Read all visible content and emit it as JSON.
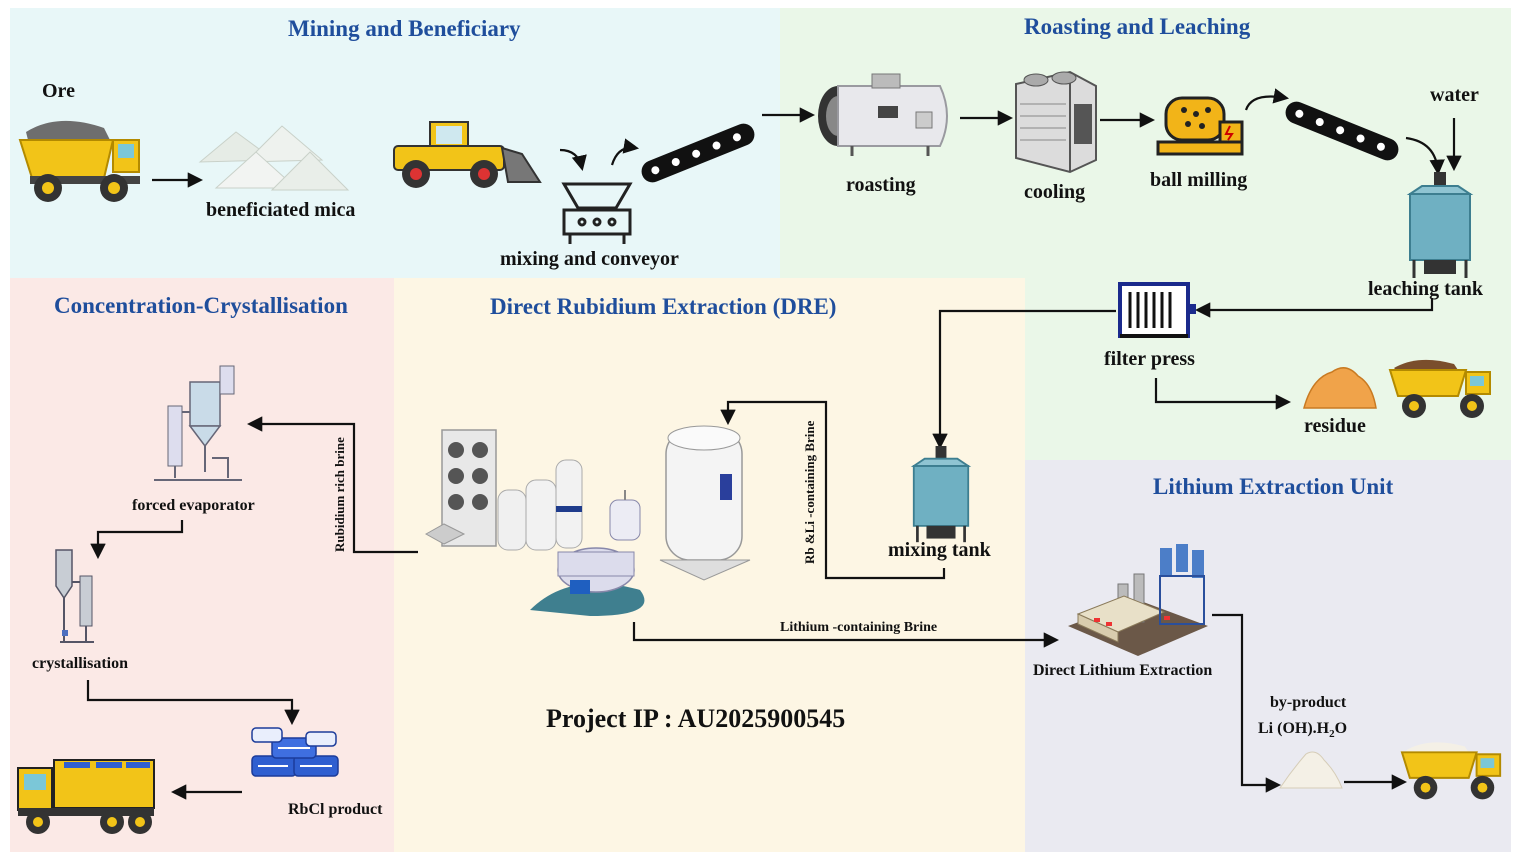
{
  "sections": {
    "mining": "Mining and Beneficiary",
    "roasting": "Roasting and Leaching",
    "concentration": "Concentration-Crystallisation",
    "dre": "Direct Rubidium Extraction (DRE)",
    "lithium": "Lithium Extraction Unit"
  },
  "labels": {
    "ore": "Ore",
    "beneficiated_mica": "beneficiated mica",
    "mixing_conveyor": "mixing  and conveyor",
    "roasting": "roasting",
    "cooling": "cooling",
    "ball_milling": "ball milling",
    "water": "water",
    "leaching_tank": "leaching tank",
    "filter_press": "filter press",
    "residue": "residue",
    "mixing_tank": "mixing tank",
    "forced_evaporator": "forced evaporator",
    "crystallisation": "crystallisation",
    "rbcl_product": "RbCl product",
    "direct_lithium_extraction": "Direct Lithium Extraction",
    "by_product": "by-product",
    "lioh_prefix": "Li (OH).H",
    "lioh_sub": "2",
    "lioh_suffix": "O"
  },
  "flow_labels": {
    "rubidium_rich_brine": "Rubidium rich brine",
    "rb_li_brine": "Rb &Li -containing Brine",
    "lithium_brine": "Lithium -containing Brine"
  },
  "project_ip": "Project IP : AU2025900545",
  "colors": {
    "title_blue": "#1f4e9c",
    "truck_yellow": "#f2c418",
    "tank_teal": "#6fb0c2",
    "arrow": "#111111"
  },
  "icons": [
    "dump-truck-icon",
    "mica-pile-icon",
    "loader-icon",
    "hopper-icon",
    "conveyor-icon",
    "kiln-icon",
    "cooler-icon",
    "ball-mill-icon",
    "tank-icon",
    "filter-press-icon",
    "residue-pile-icon",
    "evaporator-icon",
    "crystallizer-icon",
    "bag-stack-icon",
    "plant-icon",
    "factory-icon"
  ]
}
